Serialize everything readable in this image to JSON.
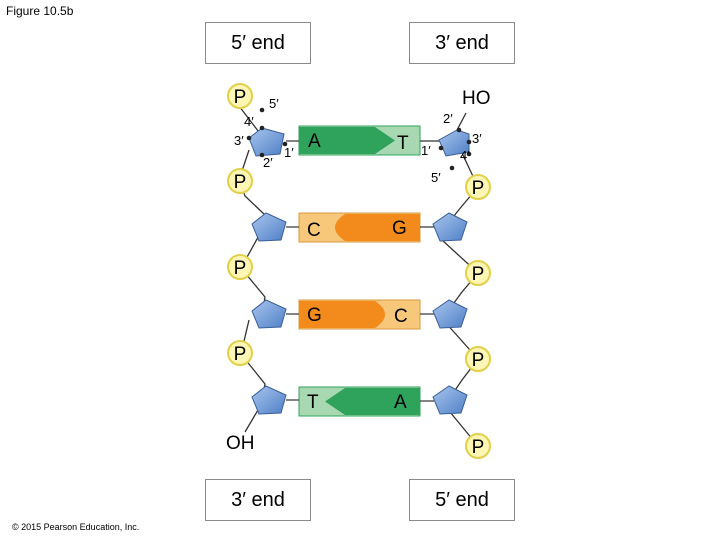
{
  "figure_title": "Figure 10.5b",
  "copyright": "© 2015 Pearson Education, Inc.",
  "end_labels": {
    "left_top": "5′ end",
    "right_top": "3′ end",
    "left_bottom": "3′ end",
    "right_bottom": "5′ end"
  },
  "terminal_groups": {
    "left_bottom": "OH",
    "right_top": "HO"
  },
  "phosphate_label": "P",
  "carbon_labels": {
    "left": [
      "5′",
      "4′",
      "3′",
      "2′",
      "1′"
    ],
    "right": [
      "2′",
      "3′",
      "4′",
      "1′",
      "5′"
    ]
  },
  "base_pairs": [
    {
      "left": "A",
      "right": "T"
    },
    {
      "left": "C",
      "right": "G"
    },
    {
      "left": "G",
      "right": "C"
    },
    {
      "left": "T",
      "right": "A"
    }
  ],
  "colors": {
    "phosphate_fill": "#fdf6b4",
    "phosphate_stroke": "#e2cf4a",
    "sugar_fill": "#6f9bd8",
    "green_base": "#2fa35c",
    "green_light": "#a8d8b2",
    "orange_base": "#f28a1c",
    "orange_light": "#f7c77a"
  }
}
